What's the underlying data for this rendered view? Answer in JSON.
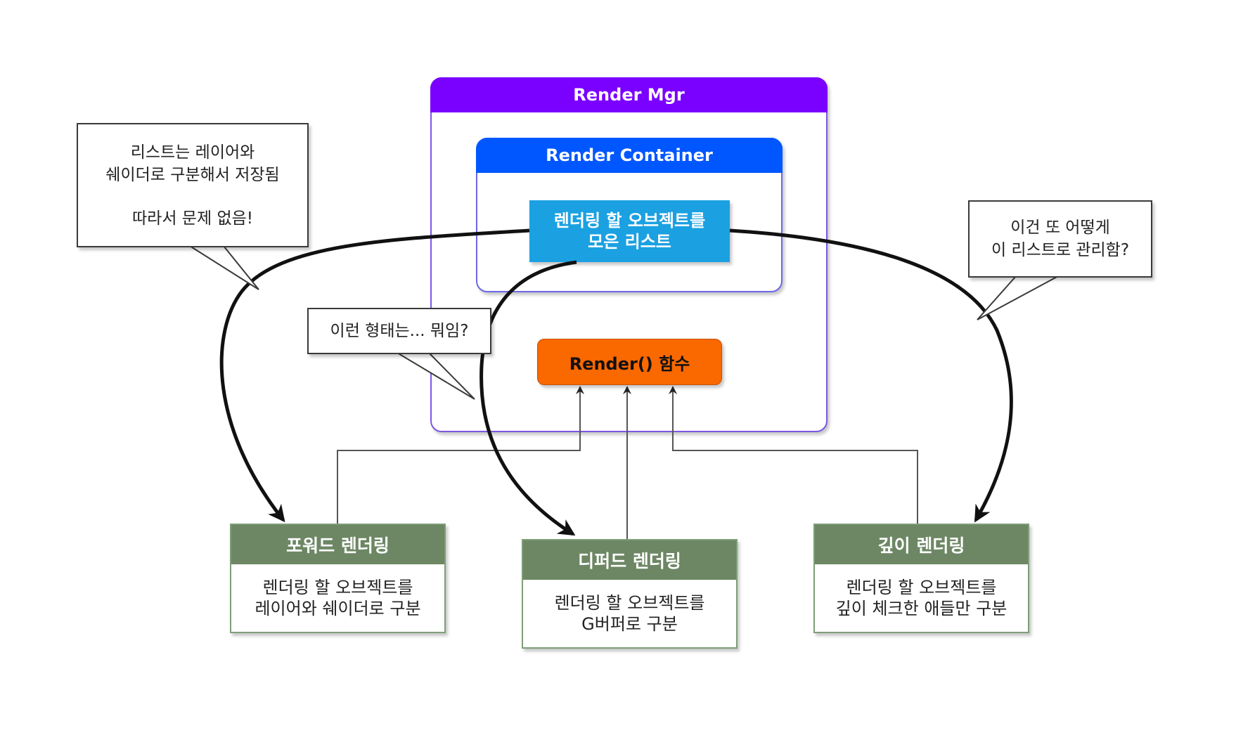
{
  "render_mgr": {
    "title": "Render Mgr"
  },
  "render_container": {
    "title": "Render Container"
  },
  "object_list": {
    "line1": "렌더링 할 오브젝트를",
    "line2": "모은 리스트"
  },
  "render_function": {
    "label": "Render() 함수"
  },
  "callouts": {
    "left": {
      "line1": "리스트는 레이어와",
      "line2": "쉐이더로 구분해서 저장됨",
      "line3": "따라서 문제 없음!"
    },
    "middle": {
      "line1": "이런 형태는... 뭐임?"
    },
    "right": {
      "line1": "이건 또 어떻게",
      "line2": "이 리스트로 관리함?"
    }
  },
  "pipelines": [
    {
      "title": "포워드 렌더링",
      "line1": "렌더링 할 오브젝트를",
      "line2": "레이어와 쉐이더로 구분"
    },
    {
      "title": "디퍼드 렌더링",
      "line1": "렌더링 할 오브젝트를",
      "line2": "G버퍼로 구분"
    },
    {
      "title": "깊이 렌더링",
      "line1": "렌더링 할 오브젝트를",
      "line2": "깊이 체크한 애들만 구분"
    }
  ],
  "colors": {
    "render_mgr": "#7a00ff",
    "render_container": "#0057ff",
    "object_list": "#1ba1e2",
    "render_function": "#fa6800",
    "pipeline_header": "#6d8764"
  }
}
